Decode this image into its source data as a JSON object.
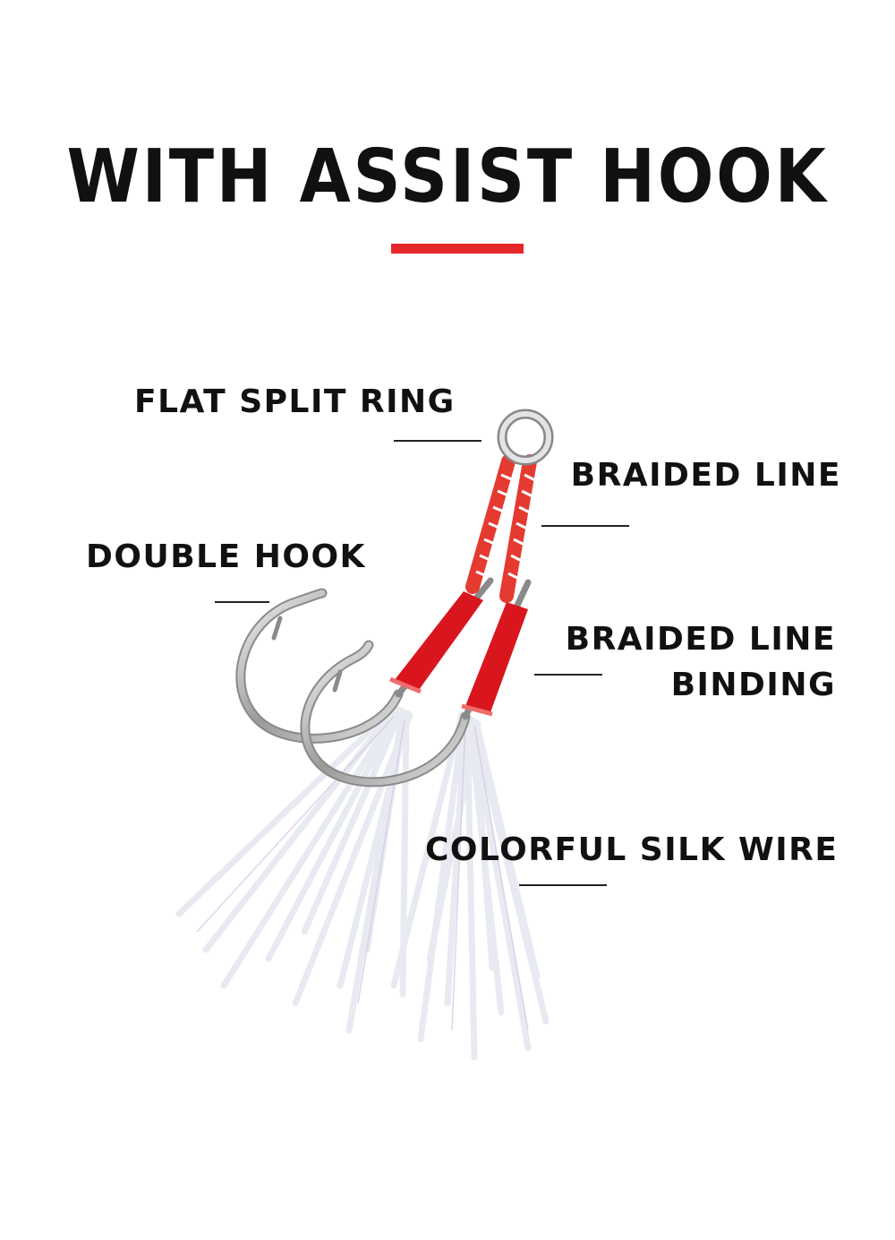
{
  "title": "WITH ASSIST HOOK",
  "colors": {
    "accent": "#e5262a",
    "text": "#111111",
    "background": "#ffffff"
  },
  "labels": {
    "flat_split_ring": "FLAT SPLIT RING",
    "braided_line": "BRAIDED LINE",
    "double_hook": "DOUBLE HOOK",
    "braided_line_binding_1": "BRAIDED LINE",
    "braided_line_binding_2": "BINDING",
    "colorful_silk_wire": "COLORFUL SILK WIRE"
  }
}
